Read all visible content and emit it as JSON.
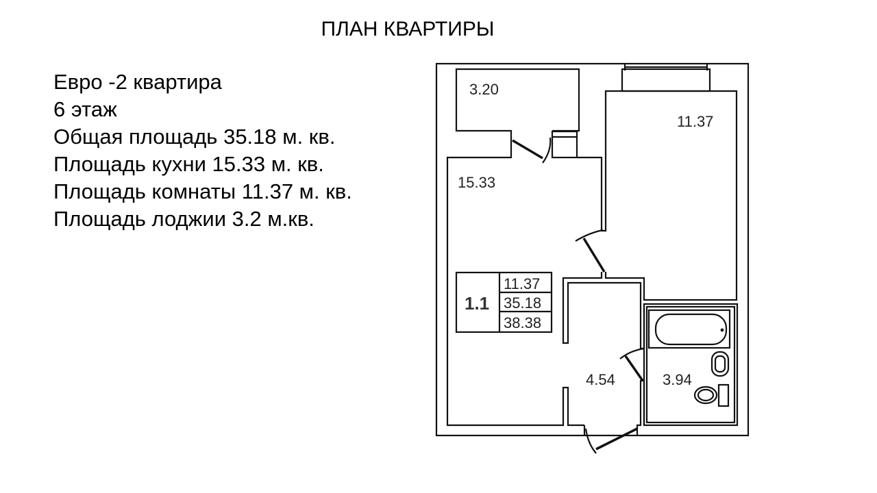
{
  "title": "ПЛАН КВАРТИРЫ",
  "info": [
    "Евро -2 квартира",
    "6 этаж",
    "Общая площадь 35.18 м. кв.",
    "Площадь кухни 15.33 м. кв.",
    "Площадь комнаты 11.37 м. кв.",
    "Площадь лоджии 3.2 м.кв."
  ],
  "plan": {
    "rooms": {
      "loggia": "3.20",
      "room": "11.37",
      "kitchen": "15.33",
      "hall": "4.54",
      "bathroom": "3.94"
    },
    "summary": {
      "apartment_number": "1.1",
      "living_area": "11.37",
      "total_area": "35.18",
      "area_with_loggia": "38.38"
    }
  }
}
